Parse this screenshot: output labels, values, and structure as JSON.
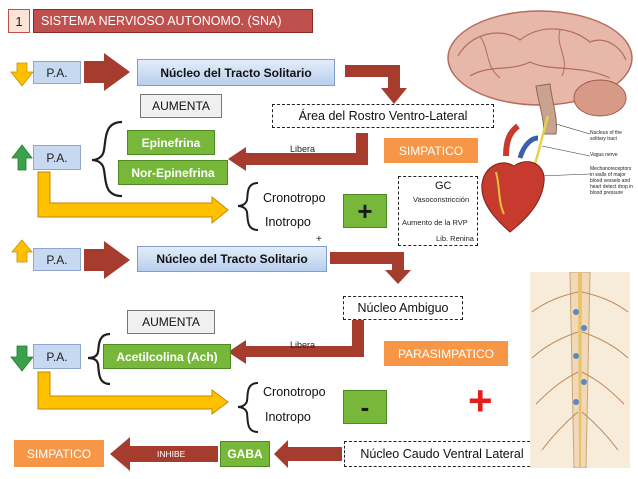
{
  "title": {
    "number": "1",
    "text": "SISTEMA NERVIOSO AUTONOMO. (SNA)"
  },
  "colors": {
    "dark_red": "#a63c2e",
    "orange": "#f79646",
    "green": "#77b83a",
    "blue": "#c6d9f1",
    "yellow": "#ffc000"
  },
  "sec1": {
    "pa": "P.A.",
    "nucleus": "Núcleo del Tracto Solitario",
    "area": "Área del Rostro Ventro-Lateral",
    "aumenta": "AUMENTA",
    "pa2": "P.A.",
    "epinefrina": "Epinefrina",
    "norepinefrina": "Nor-Epinefrina",
    "libera": "Libera",
    "simpatico": "SIMPATICO",
    "cronotropo": "Cronotropo",
    "inotropo": "Inotropo",
    "plus_sign": "+",
    "small_plus": "+",
    "gc": "GC",
    "vasoconstriccion": "Vasoconstricción",
    "aumento_rvp": "Aumento de la RVP",
    "lib_renina": "Lib. Renina"
  },
  "sec2": {
    "pa": "P.A.",
    "nucleus": "Núcleo del Tracto Solitario",
    "ambiguo": "Núcleo Ambiguo",
    "aumenta": "AUMENTA",
    "pa2": "P.A.",
    "acetilcolina": "Acetilcolina (Ach)",
    "libera": "Libera",
    "parasimpatico": "PARASIMPATICO",
    "cronotropo": "Cronotropo",
    "inotropo": "Inotropo",
    "minus_sign": "-",
    "red_plus": "+",
    "simpatico": "SIMPATICO",
    "inhibe": "INHIBE",
    "gaba": "GABA",
    "caudo": "Núcleo Caudo Ventral Lateral"
  },
  "brain_labels": {
    "nucleus": "Nucleus of the solitary tract",
    "vagus": "Vagus nerve",
    "mechano": "Mechanoreceptors in walls of major blood vessels and heart detect drop in blood pressure"
  }
}
